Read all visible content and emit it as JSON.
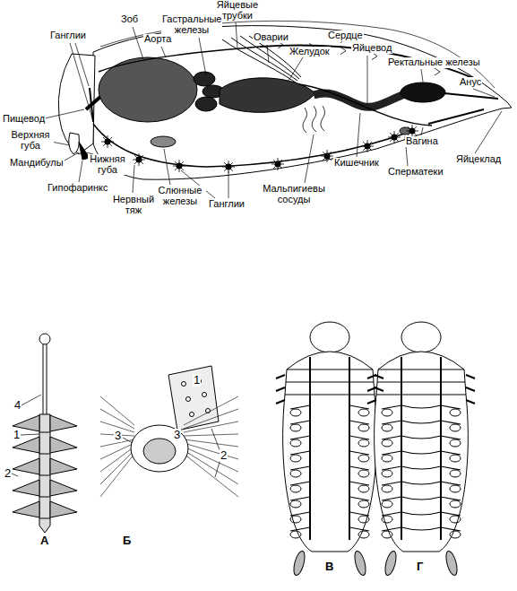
{
  "diagram": {
    "labels": [
      "Яйцевые трубки",
      "Ганглии",
      "Зоб",
      "Гастральные железы",
      "Аорта",
      "Оварии",
      "Сердце",
      "Желудок",
      "Яйцевод",
      "Ректальные железы",
      "Анус",
      "Пищевод",
      "Верхняя губа",
      "Мандибулы",
      "Нижняя губа",
      "Гипофаринкс",
      "Нервный тяж",
      "Слюнные железы",
      "Ганглии",
      "Мальпигиевы сосуды",
      "Кишечник",
      "Вагина",
      "Яйцеклад",
      "Сперматеки",
      "4",
      "1",
      "2",
      "А",
      "1",
      "3",
      "3",
      "2",
      "Б",
      "В",
      "Г"
    ]
  }
}
